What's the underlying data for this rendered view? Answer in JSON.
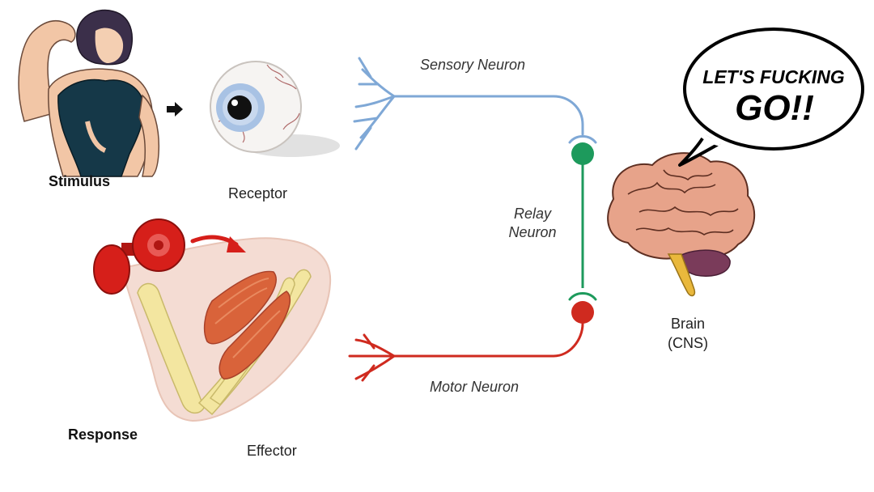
{
  "labels": {
    "stimulus": "Stimulus",
    "receptor": "Receptor",
    "sensory_neuron": "Sensory Neuron",
    "relay_neuron_line1": "Relay",
    "relay_neuron_line2": "Neuron",
    "brain_line1": "Brain",
    "brain_line2": "(CNS)",
    "motor_neuron": "Motor Neuron",
    "response": "Response",
    "effector": "Effector"
  },
  "speech_bubble": {
    "line1": "LET'S FUCKING",
    "line2": "GO!!"
  },
  "colors": {
    "sensory": "#7fa8d6",
    "relay": "#1d9a5c",
    "motor": "#cf2a1f",
    "dumbbell": "#d61f1a",
    "muscle": "#d9633a",
    "bone": "#f3e6a0",
    "brain": "#e7a38a"
  }
}
